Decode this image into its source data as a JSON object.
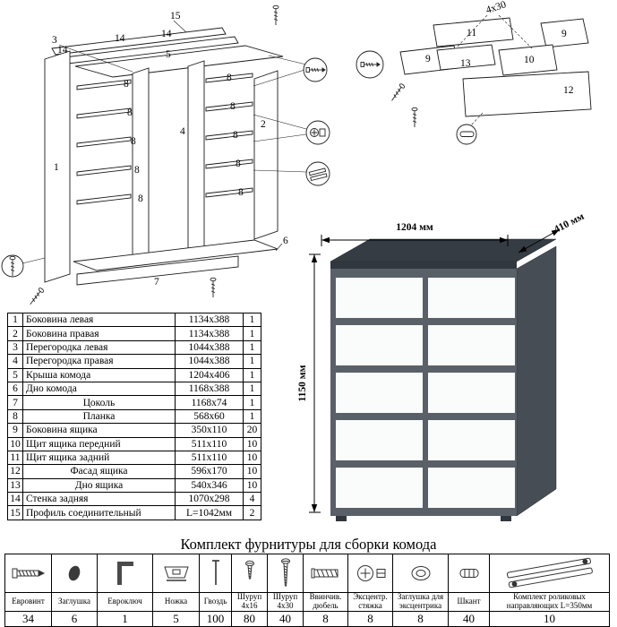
{
  "page": {
    "hardware_title": "Комплект фурнитуры для сборки комода"
  },
  "render": {
    "width_label": "1204 мм",
    "depth_label": "410 мм",
    "height_label": "1150 мм",
    "colors": {
      "body": "#5a6068",
      "side": "#474d55",
      "top": "#363c43",
      "edge": "#31373e",
      "drawer": "#fafbfb"
    }
  },
  "exploded": {
    "labels": [
      "15",
      "3",
      "14",
      "14",
      "14",
      "5",
      "8",
      "8",
      "8",
      "8",
      "8",
      "1",
      "4",
      "2",
      "8",
      "8",
      "8",
      "8",
      "8",
      "6",
      "7"
    ]
  },
  "drawer_detail": {
    "labels": [
      "11",
      "9",
      "9",
      "13",
      "10",
      "12"
    ],
    "screw_note": "4x30"
  },
  "parts_table": {
    "rows": [
      {
        "num": "1",
        "name": "Боковина левая",
        "size": "1134x388",
        "qty": "1"
      },
      {
        "num": "2",
        "name": "Боковина правая",
        "size": "1134x388",
        "qty": "1"
      },
      {
        "num": "3",
        "name": "Перегородка левая",
        "size": "1044x388",
        "qty": "1"
      },
      {
        "num": "4",
        "name": "Перегородка правая",
        "size": "1044x388",
        "qty": "1"
      },
      {
        "num": "5",
        "name": "Крыша комода",
        "size": "1204x406",
        "qty": "1"
      },
      {
        "num": "6",
        "name": "Дно комода",
        "size": "1168x388",
        "qty": "1"
      },
      {
        "num": "7",
        "name": "Цоколь",
        "size": "1168x74",
        "qty": "1"
      },
      {
        "num": "8",
        "name": "Планка",
        "size": "568x60",
        "qty": "1"
      },
      {
        "num": "9",
        "name": "Боковина ящика",
        "size": "350x110",
        "qty": "20"
      },
      {
        "num": "10",
        "name": "Щит ящика передний",
        "size": "511x110",
        "qty": "10"
      },
      {
        "num": "11",
        "name": "Щит ящика задний",
        "size": "511x110",
        "qty": "10"
      },
      {
        "num": "12",
        "name": "Фасад ящика",
        "size": "596x170",
        "qty": "10"
      },
      {
        "num": "13",
        "name": "Дно ящика",
        "size": "540x346",
        "qty": "10"
      },
      {
        "num": "14",
        "name": "Стенка задняя",
        "size": "1070x298",
        "qty": "4"
      },
      {
        "num": "15",
        "name": "Профиль соединительный",
        "size": "L=1042мм",
        "qty": "2"
      }
    ]
  },
  "hardware_table": {
    "items": [
      {
        "name": "Евровинт",
        "qty": "34",
        "icon": "euro-screw"
      },
      {
        "name": "Заглушка",
        "qty": "6",
        "icon": "cap"
      },
      {
        "name": "Евроключ",
        "qty": "1",
        "icon": "hex-key"
      },
      {
        "name": "Ножка",
        "qty": "5",
        "icon": "leg"
      },
      {
        "name": "Гвоздь",
        "qty": "100",
        "icon": "nail"
      },
      {
        "name": "Шуруп 4x16",
        "qty": "80",
        "icon": "screw-short"
      },
      {
        "name": "Шуруп 4x30",
        "qty": "40",
        "icon": "screw-long"
      },
      {
        "name": "Ввинчив. дюбель",
        "qty": "8",
        "icon": "threaded-dowel"
      },
      {
        "name": "Эксцентр. стяжка",
        "qty": "8",
        "icon": "cam-lock"
      },
      {
        "name": "Заглушка для эксцентрика",
        "qty": "8",
        "icon": "cam-cap"
      },
      {
        "name": "Шкант",
        "qty": "40",
        "icon": "wood-dowel"
      },
      {
        "name": "Комплект роликовых направляющих L=350мм",
        "qty": "10",
        "icon": "roller-guides"
      }
    ]
  }
}
